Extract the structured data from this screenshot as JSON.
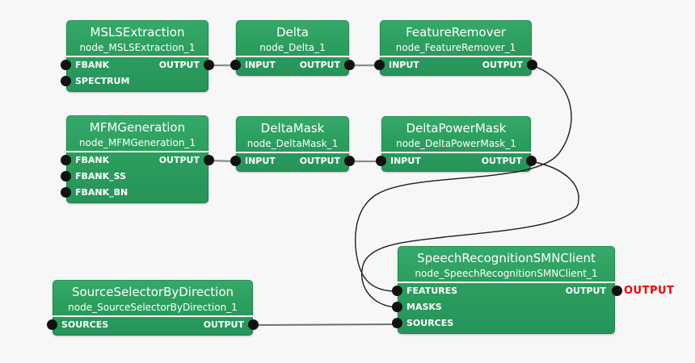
{
  "app": {
    "type": "dataflow-node-editor-canvas",
    "background": "#f7f7f7"
  },
  "palette": {
    "node_green_top": "#36a96a",
    "node_green_bottom": "#27935a",
    "separator": "#ffffff",
    "port_dot": "#121212",
    "wire_curve": "#1d1d1d",
    "wire_short": "#8d8d8d",
    "wire_long": "#6e6e6e",
    "terminal_red": "#f00000",
    "node_text": "#ffffff"
  },
  "nodes": [
    {
      "title": "MSLSExtraction",
      "subtitle": "node_MSLSExtraction_1",
      "inputs": [
        "FBANK",
        "SPECTRUM"
      ],
      "outputs": [
        "OUTPUT"
      ]
    },
    {
      "title": "Delta",
      "subtitle": "node_Delta_1",
      "inputs": [
        "INPUT"
      ],
      "outputs": [
        "OUTPUT"
      ]
    },
    {
      "title": "FeatureRemover",
      "subtitle": "node_FeatureRemover_1",
      "inputs": [
        "INPUT"
      ],
      "outputs": [
        "OUTPUT"
      ]
    },
    {
      "title": "MFMGeneration",
      "subtitle": "node_MFMGeneration_1",
      "inputs": [
        "FBANK",
        "FBANK_SS",
        "FBANK_BN"
      ],
      "outputs": [
        "OUTPUT"
      ]
    },
    {
      "title": "DeltaMask",
      "subtitle": "node_DeltaMask_1",
      "inputs": [
        "INPUT"
      ],
      "outputs": [
        "OUTPUT"
      ]
    },
    {
      "title": "DeltaPowerMask",
      "subtitle": "node_DeltaPowerMask_1",
      "inputs": [
        "INPUT"
      ],
      "outputs": [
        "OUTPUT"
      ]
    },
    {
      "title": "SourceSelectorByDirection",
      "subtitle": "node_SourceSelectorByDirection_1",
      "inputs": [
        "SOURCES"
      ],
      "outputs": [
        "OUTPUT"
      ]
    },
    {
      "title": "SpeechRecognitionSMNClient",
      "subtitle": "node_SpeechRecognitionSMNClient_1",
      "inputs": [
        "FEATURES",
        "MASKS",
        "SOURCES"
      ],
      "outputs": [
        "OUTPUT"
      ]
    }
  ],
  "external_terminal": {
    "label": "OUTPUT",
    "color": "#f00000"
  },
  "connections": [
    {
      "from": "node_MSLSExtraction_1.OUTPUT",
      "to": "node_Delta_1.INPUT"
    },
    {
      "from": "node_Delta_1.OUTPUT",
      "to": "node_FeatureRemover_1.INPUT"
    },
    {
      "from": "node_FeatureRemover_1.OUTPUT",
      "to": "node_SpeechRecognitionSMNClient_1.FEATURES"
    },
    {
      "from": "node_MFMGeneration_1.OUTPUT",
      "to": "node_DeltaMask_1.INPUT"
    },
    {
      "from": "node_DeltaMask_1.OUTPUT",
      "to": "node_DeltaPowerMask_1.INPUT"
    },
    {
      "from": "node_DeltaPowerMask_1.OUTPUT",
      "to": "node_SpeechRecognitionSMNClient_1.MASKS"
    },
    {
      "from": "node_SourceSelectorByDirection_1.OUTPUT",
      "to": "node_SpeechRecognitionSMNClient_1.SOURCES"
    },
    {
      "from": "node_SpeechRecognitionSMNClient_1.OUTPUT",
      "to": "OUTPUT"
    }
  ]
}
